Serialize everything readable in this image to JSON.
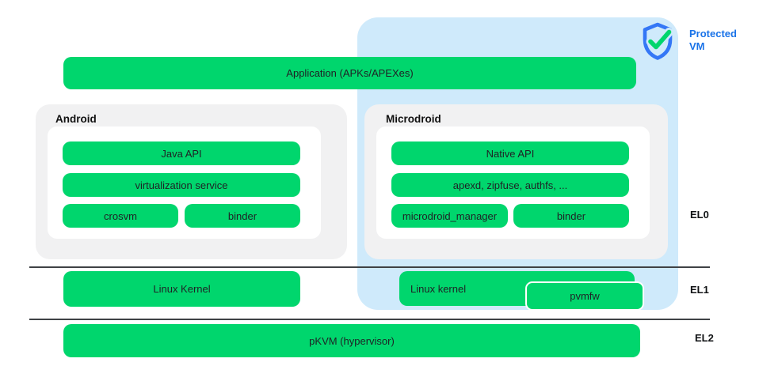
{
  "colors": {
    "green": "#00d66d",
    "blue_region": "#cfeafb",
    "gray_box": "#f1f1f2",
    "accent_blue": "#1a73e8",
    "shield_blue": "#3477f6",
    "line": "#3f4245",
    "text": "#1f2125"
  },
  "badge": {
    "icon": "shield-check-icon",
    "line1": "Protected",
    "line2": "VM"
  },
  "layers": {
    "application": {
      "label": "Application (APKs/APEXes)"
    },
    "android": {
      "title": "Android",
      "bars": {
        "java_api": "Java API",
        "virt_service": "virtualization service",
        "crosvm": "crosvm",
        "binder": "binder"
      }
    },
    "microdroid": {
      "title": "Microdroid",
      "bars": {
        "native_api": "Native API",
        "daemons": "apexd, zipfuse, authfs, ...",
        "manager": "microdroid_manager",
        "binder": "binder"
      }
    },
    "el1": {
      "host_kernel": "Linux Kernel",
      "guest_kernel": "Linux kernel",
      "pvmfw": "pvmfw"
    },
    "el2": {
      "hypervisor": "pKVM (hypervisor)"
    }
  },
  "exception_levels": {
    "el0": "EL0",
    "el1": "EL1",
    "el2": "EL2"
  }
}
